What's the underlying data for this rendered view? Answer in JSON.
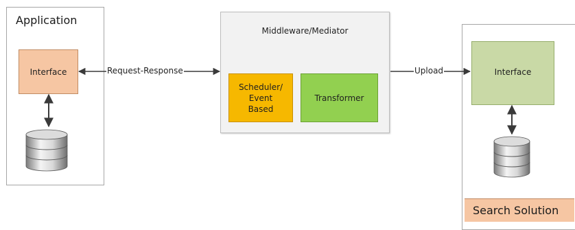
{
  "application": {
    "title": "Application",
    "interface_label": "Interface"
  },
  "middleware": {
    "title": "Middleware/Mediator",
    "scheduler_lines": [
      "Scheduler/",
      "Event",
      "Based"
    ],
    "transformer_label": "Transformer"
  },
  "search_solution": {
    "title": "Search Solution",
    "interface_label": "Interface"
  },
  "connections": {
    "request_response": "Request-Response",
    "upload": "Upload"
  },
  "colors": {
    "app_interface": "#f6c6a3",
    "scheduler": "#f6b800",
    "transformer": "#92d050",
    "search_interface": "#c9d9a6",
    "search_title": "#f6c6a3",
    "middleware_bg": "#f2f2f2"
  },
  "icons": [
    "database-icon",
    "database-icon"
  ]
}
